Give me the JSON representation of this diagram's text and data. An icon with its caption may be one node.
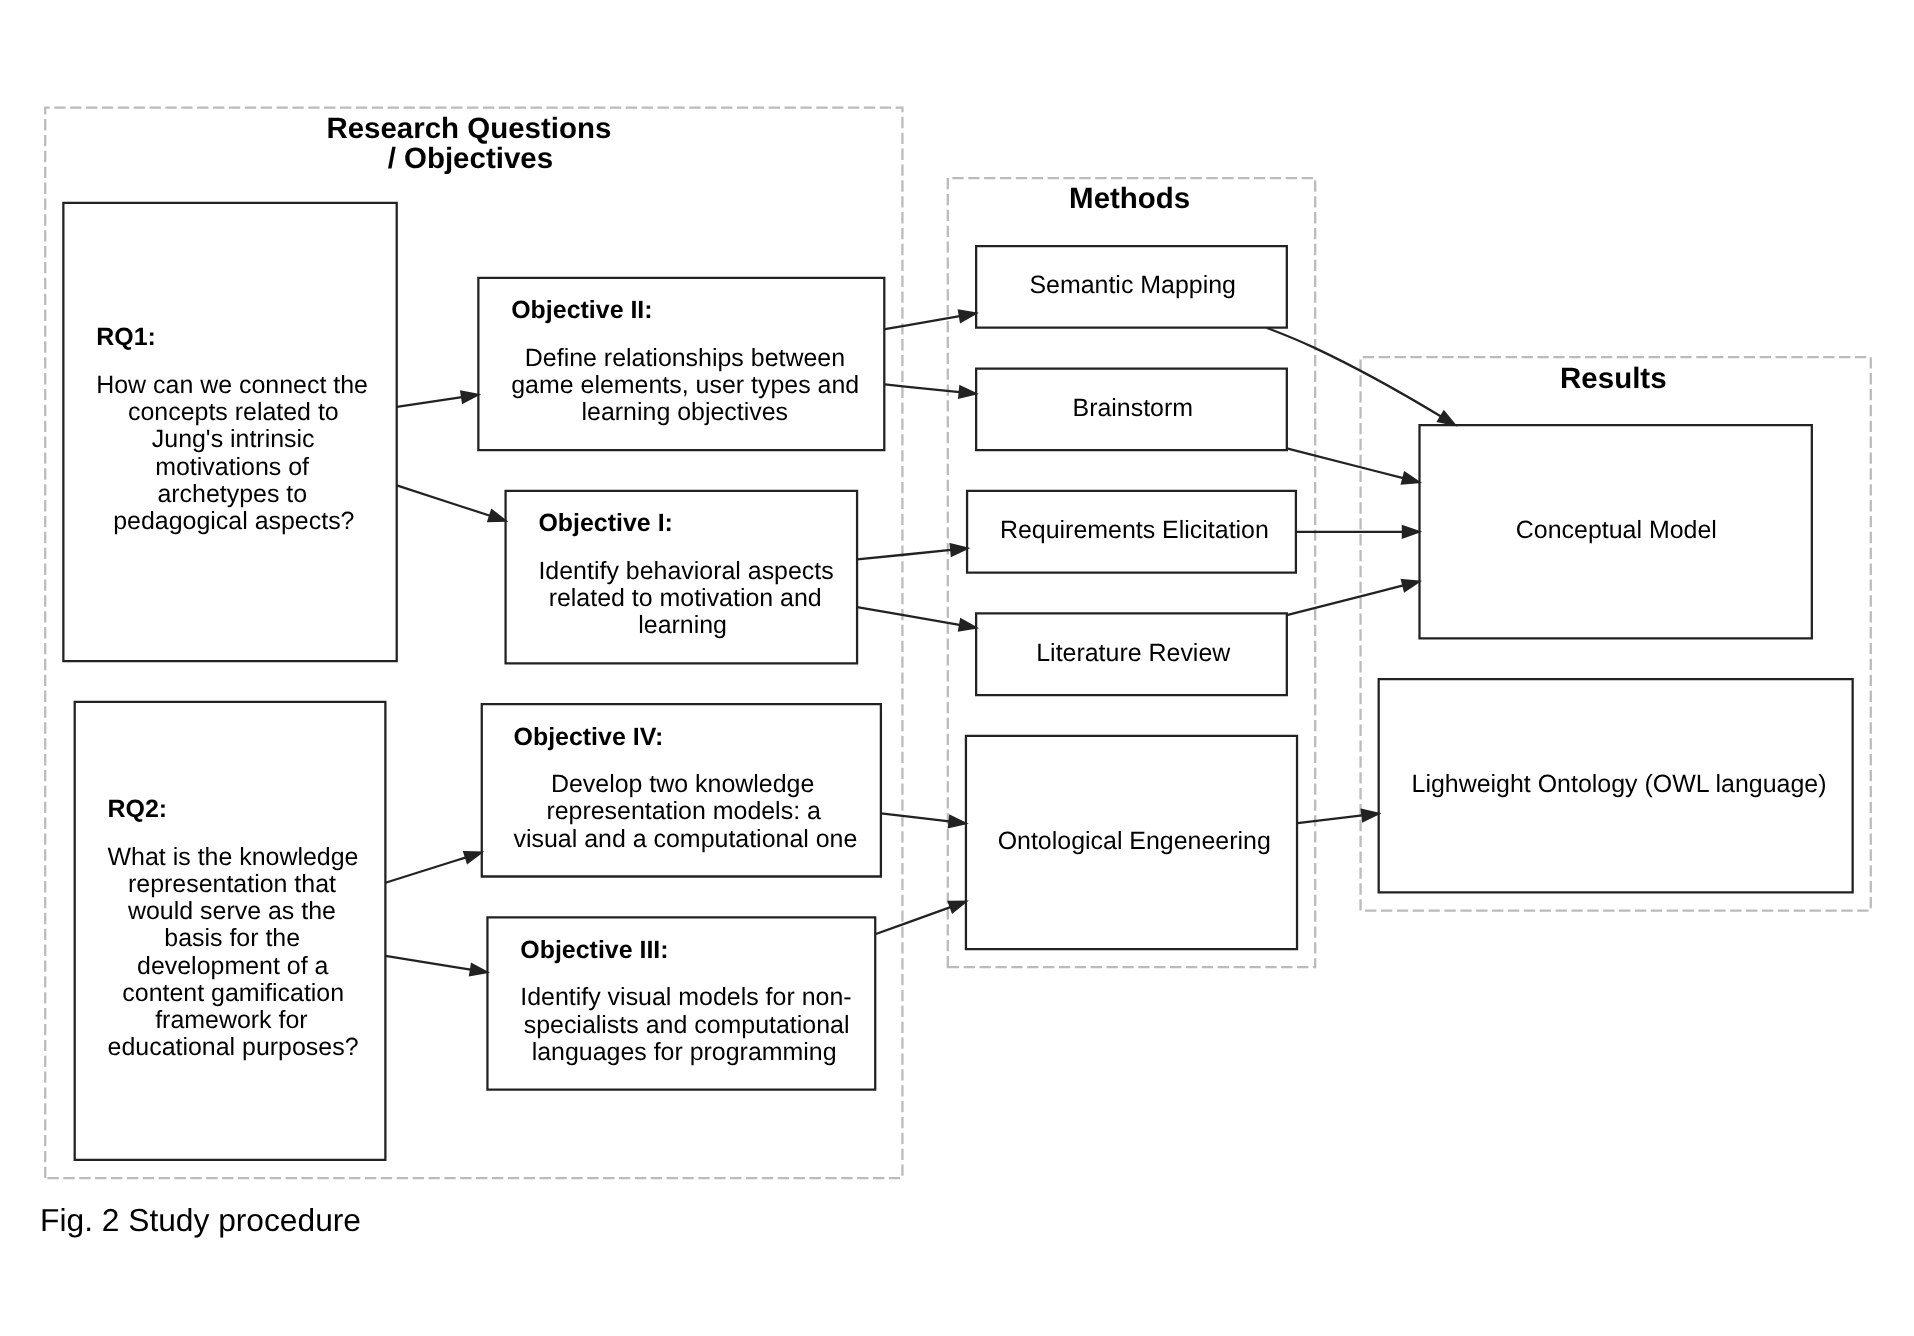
{
  "diagram": {
    "caption": "Fig. 2 Study procedure",
    "nodes": [
      {
        "text": [
          "Research Questions / Objectives"
        ]
      },
      {
        "text": [
          "RQ1:",
          "How can we connect the concepts related to Jung's intrinsic motivations of archetypes to pedagogical aspects?"
        ],
        "in": 0
      },
      {
        "text": [
          "Objective I:",
          "Identify behavioral aspects related to motivation and learning"
        ],
        "in": 0
      },
      {
        "text": [
          "Objective II:",
          "Define relationships between game elements, user types and learning objectives"
        ],
        "in": 0
      },
      {
        "text": [
          "RQ2:",
          "What is the knowledge representation that would serve as the basis for the development of a content gamification framework for educational purposes?"
        ],
        "in": 0
      },
      {
        "text": [
          "Objective III:",
          "Identify visual models for non-specialists and computational languages for programming"
        ],
        "in": 0
      },
      {
        "text": [
          "Objective IV:",
          "Develop two knowledge representation models: a visual and a computational one"
        ],
        "in": 0
      },
      {
        "text": [
          "Methods"
        ]
      },
      {
        "text": [
          "Literature Review"
        ],
        "in": 7
      },
      {
        "text": [
          "Requirements Elicitation"
        ],
        "in": 7
      },
      {
        "text": [
          "Brainstorm"
        ],
        "in": 7
      },
      {
        "text": [
          "Semantic Mapping"
        ],
        "in": 7
      },
      {
        "text": [
          "Ontological Engeneering"
        ],
        "in": 7
      },
      {
        "text": [
          "Results"
        ]
      },
      {
        "text": [
          "Conceptual Model"
        ],
        "in": 13
      },
      {
        "text": [
          "Lighweight Ontology (OWL language)"
        ],
        "in": 13
      }
    ],
    "edges": [
      {
        "from": 1,
        "to": 2,
        "arrow": "to"
      },
      {
        "from": 1,
        "to": 3,
        "arrow": "to"
      },
      {
        "from": 2,
        "to": 8,
        "arrow": "to"
      },
      {
        "from": 2,
        "to": 9,
        "arrow": "to"
      },
      {
        "from": 3,
        "to": 10,
        "arrow": "to"
      },
      {
        "from": 3,
        "to": 11,
        "arrow": "to"
      },
      {
        "from": 8,
        "to": 14,
        "arrow": "to"
      },
      {
        "from": 9,
        "to": 14,
        "arrow": "to"
      },
      {
        "from": 10,
        "to": 14,
        "arrow": "to"
      },
      {
        "from": 11,
        "to": 14,
        "arrow": "to"
      },
      {
        "from": 4,
        "to": 5,
        "arrow": "to"
      },
      {
        "from": 4,
        "to": 6,
        "arrow": "to"
      },
      {
        "from": 5,
        "to": 12,
        "arrow": "to"
      },
      {
        "from": 6,
        "to": 12,
        "arrow": "to"
      },
      {
        "from": 12,
        "to": 15,
        "arrow": "to"
      }
    ]
  }
}
